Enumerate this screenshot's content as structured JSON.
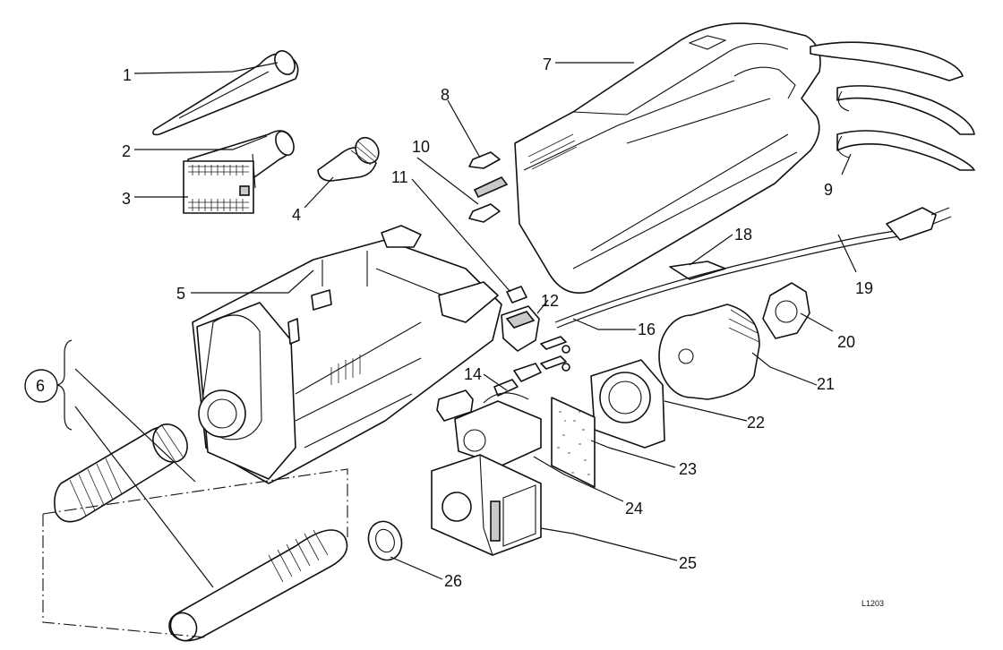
{
  "callouts": [
    "1",
    "2",
    "3",
    "4",
    "5",
    "6",
    "7",
    "8",
    "9",
    "10",
    "11",
    "12",
    "14",
    "16",
    "18",
    "19",
    "20",
    "21",
    "22",
    "23",
    "24",
    "25",
    "26"
  ],
  "drawing_code": "L1203"
}
